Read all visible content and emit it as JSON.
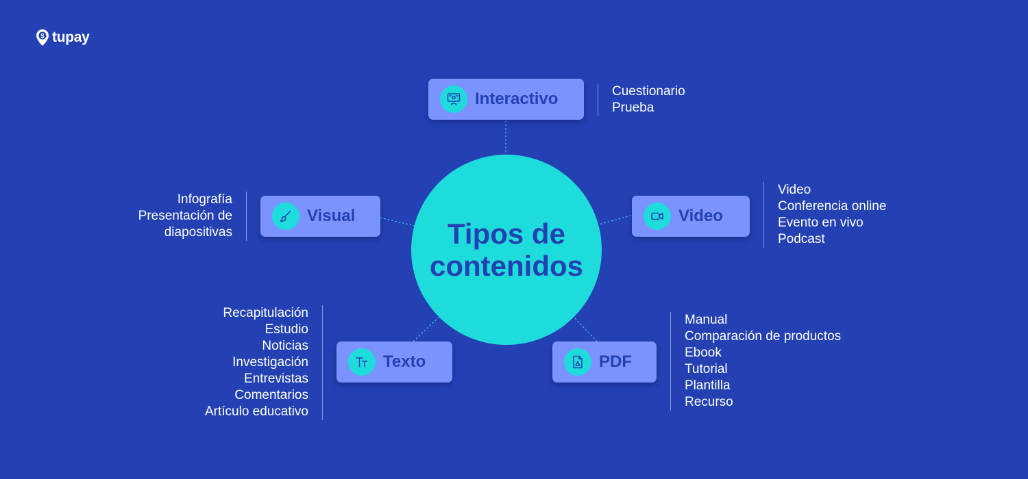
{
  "brand": {
    "name": "tupay",
    "logo_icon": "dollar-pin-icon"
  },
  "center": {
    "line1": "Tipos de",
    "line2": "contenidos"
  },
  "colors": {
    "background": "#2341b3",
    "center": "#1fdcdc",
    "node": "#7a93ff",
    "icon_bg": "#1fdcdc",
    "text_dark": "#2341b3",
    "text_light": "#ffffff"
  },
  "categories": {
    "interactivo": {
      "label": "Interactivo",
      "icon": "presentation-board-icon",
      "items": [
        "Cuestionario",
        "Prueba"
      ]
    },
    "video": {
      "label": "Video",
      "icon": "video-camera-icon",
      "items": [
        "Video",
        "Conferencia online",
        "Evento en vivo",
        "Podcast"
      ]
    },
    "pdf": {
      "label": "PDF",
      "icon": "pdf-file-icon",
      "items": [
        "Manual",
        "Comparación de productos",
        "Ebook",
        "Tutorial",
        "Plantilla",
        "Recurso"
      ]
    },
    "texto": {
      "label": "Texto",
      "icon": "text-size-icon",
      "items": [
        "Recapitulación",
        "Estudio",
        "Noticias",
        "Investigación",
        "Entrevistas",
        "Comentarios",
        "Artículo educativo"
      ]
    },
    "visual": {
      "label": "Visual",
      "icon": "paint-brush-icon",
      "items": [
        "Infografía",
        "Presentación de",
        "diapositivas"
      ]
    }
  }
}
